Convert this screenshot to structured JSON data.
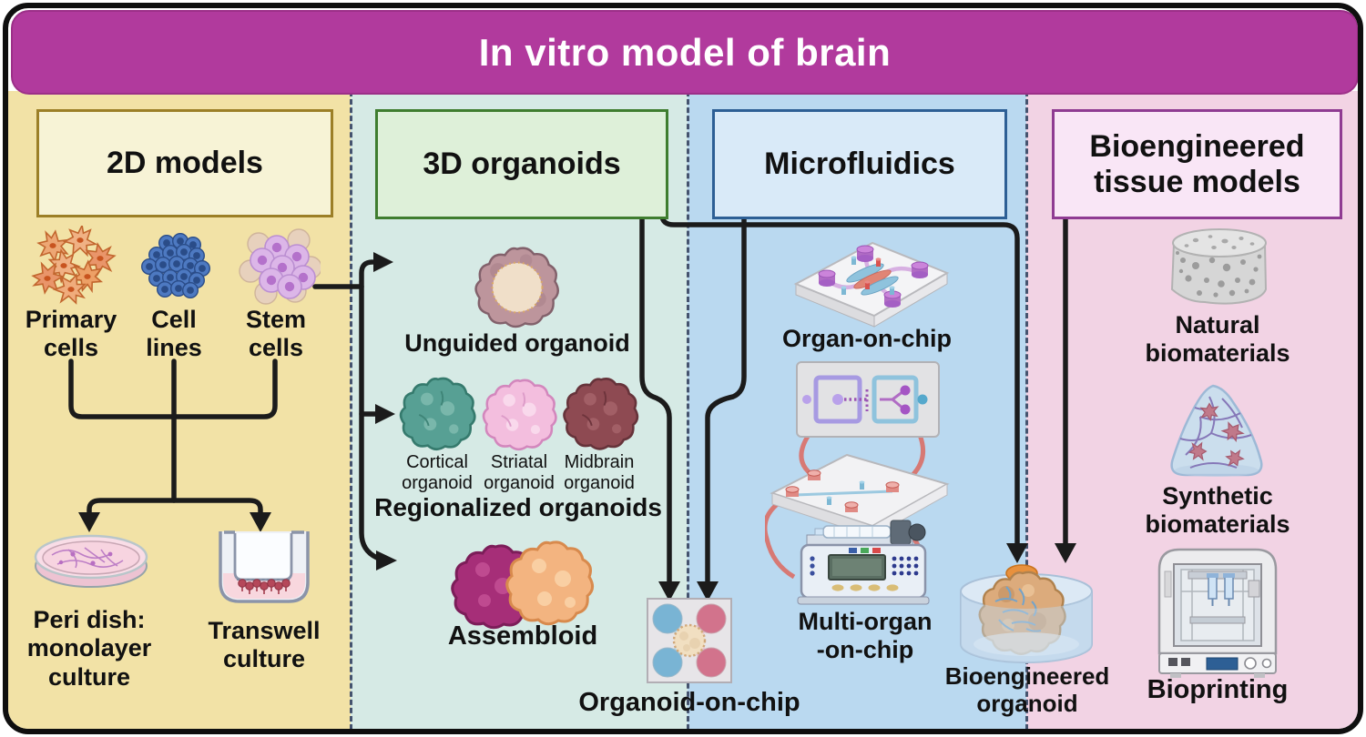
{
  "title": "In vitro model of brain",
  "colors": {
    "banner": "#b13a9d",
    "column_2d_bg": "#f2e2a6",
    "column_3d_bg": "#d6eae5",
    "column_microfluidics_bg": "#bad9f0",
    "column_bioengineered_bg": "#f2d3e4",
    "arrow": "#1b1b1b"
  },
  "columns": [
    {
      "header": "2D models",
      "cells": [
        {
          "label": "Primary\ncells",
          "icon": "primary-cells-icon"
        },
        {
          "label": "Cell\nlines",
          "icon": "cell-lines-icon"
        },
        {
          "label": "Stem\ncells",
          "icon": "stem-cells-icon"
        }
      ],
      "cultures": [
        {
          "label": "Peri dish:\nmonolayer\nculture",
          "icon": "petri-dish-icon"
        },
        {
          "label": "Transwell\nculture",
          "icon": "transwell-icon"
        }
      ]
    },
    {
      "header": "3D organoids",
      "unguided_label": "Unguided organoid",
      "regionalized": [
        {
          "label": "Cortical\norganoid",
          "icon": "cortical-organoid-icon"
        },
        {
          "label": "Striatal\norganoid",
          "icon": "striatal-organoid-icon"
        },
        {
          "label": "Midbrain\norganoid",
          "icon": "midbrain-organoid-icon"
        }
      ],
      "regionalized_group_label": "Regionalized organoids",
      "assembloid_label": "Assembloid"
    },
    {
      "header": "Microfluidics",
      "organ_on_chip_label": "Organ-on-chip",
      "multi_organ_label": "Multi-organ\n-on-chip",
      "organoid_on_chip_label": "Organoid-on-chip",
      "bioengineered_organoid_label": "Bioengineered\norganoid"
    },
    {
      "header": "Bioengineered\ntissue models",
      "items": [
        {
          "label": "Natural\nbiomaterials",
          "icon": "natural-biomaterials-icon"
        },
        {
          "label": "Synthetic\nbiomaterials",
          "icon": "synthetic-biomaterials-icon"
        },
        {
          "label": "Bioprinting",
          "icon": "bioprinting-icon"
        }
      ]
    }
  ]
}
